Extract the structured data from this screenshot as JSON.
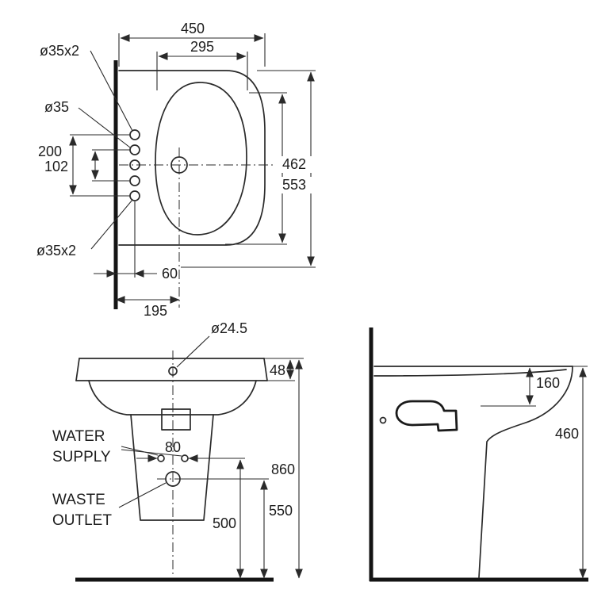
{
  "drawing": {
    "background": "#ffffff",
    "line_color": "#2a2a2a",
    "type": "sanitaryware installation dimension drawing"
  },
  "plan": {
    "labels": {
      "w450": "450",
      "w295": "295",
      "holesTop": "ø35x2",
      "hole": "ø35",
      "s200": "200",
      "s102": "102",
      "d462": "462",
      "d553": "553",
      "holesBottom": "ø35x2",
      "o60": "60",
      "o195": "195"
    }
  },
  "front": {
    "labels": {
      "faucet": "ø24.5",
      "rim48": "48",
      "water1": "WATER",
      "water2": "SUPPLY",
      "s80": "80",
      "waste1": "WASTE",
      "waste2": "OUTLET",
      "h860": "860",
      "h550": "550",
      "h500": "500"
    }
  },
  "side": {
    "labels": {
      "h160": "160",
      "h460": "460"
    }
  }
}
